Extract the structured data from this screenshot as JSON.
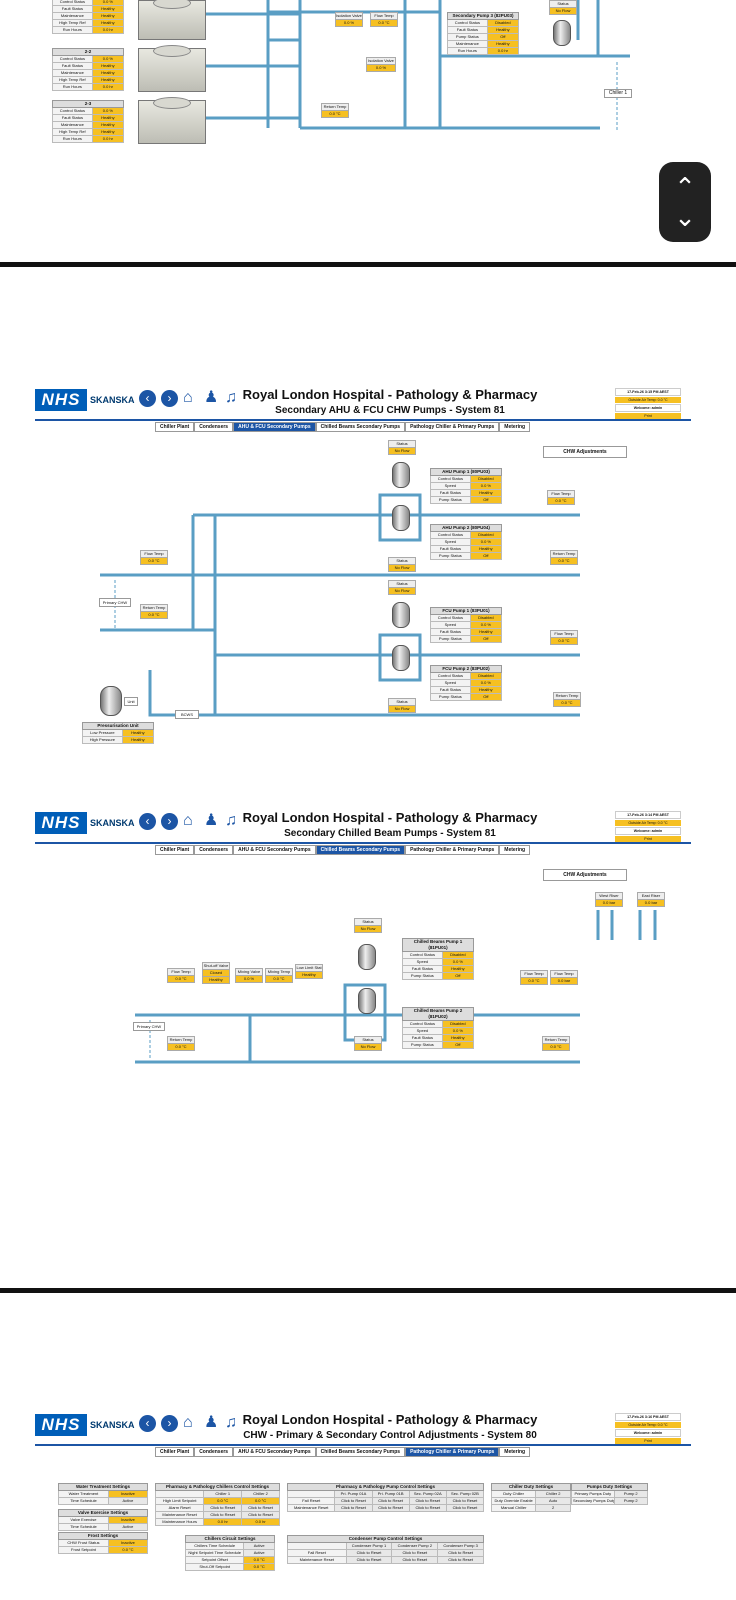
{
  "top_partial": {
    "chiller_tables": [
      {
        "title": "",
        "rows": [
          [
            "Control Status",
            "0.0 %"
          ],
          [
            "Fault Status",
            "Healthy"
          ],
          [
            "Maintenance",
            "Healthy"
          ],
          [
            "High Temp Ref",
            "Healthy"
          ],
          [
            "Run Hours",
            "0.0 hr"
          ]
        ]
      },
      {
        "title": "2-2",
        "rows": [
          [
            "Control Status",
            "0.0 %"
          ],
          [
            "Fault Status",
            "Healthy"
          ],
          [
            "Maintenance",
            "Healthy"
          ],
          [
            "High Temp Ref",
            "Healthy"
          ],
          [
            "Run Hours",
            "0.0 hr"
          ]
        ]
      },
      {
        "title": "2-3",
        "rows": [
          [
            "Control Status",
            "0.0 %"
          ],
          [
            "Fault Status",
            "Healthy"
          ],
          [
            "Maintenance",
            "Healthy"
          ],
          [
            "High Temp Ref",
            "Healthy"
          ],
          [
            "Run Hours",
            "0.0 hr"
          ]
        ]
      }
    ],
    "isolation_valve_1": {
      "name": "Isolation Valve",
      "value": "0.0 %"
    },
    "flow_temp": {
      "name": "Flow Temp",
      "value": "0.0 °C"
    },
    "isolation_valve_2": {
      "name": "Isolation Valve",
      "value": "0.0 %"
    },
    "return_temp": {
      "name": "Return Temp",
      "value": "0.0 °C"
    },
    "secondary_pump3": {
      "title": "Secondary Pump 3 (82PU03)",
      "rows": [
        [
          "Control Status",
          "Disabled"
        ],
        [
          "Fault Status",
          "Healthy"
        ],
        [
          "Pump Status",
          "Off"
        ],
        [
          "Maintenance",
          "Healthy"
        ],
        [
          "Run Hours",
          "0.0 hr"
        ]
      ]
    },
    "status": {
      "name": "Status",
      "value": "No Flow"
    },
    "chiller1_label": "Chiller 1"
  },
  "scroll": {
    "up": "⌃",
    "down": "⌄"
  },
  "header": {
    "logo": "NHS",
    "brand": "SKANSKA",
    "title": "Royal London Hospital - Pathology & Pharmacy",
    "welcome": "Welcome: admin",
    "print": "Print"
  },
  "tabs": [
    "Chiller Plant",
    "Condensers",
    "AHU & FCU Secondary Pumps",
    "Chilled Beams Secondary Pumps",
    "Pathology Chiller & Primary Pumps",
    "Metering"
  ],
  "panel1": {
    "subtitle": "Secondary AHU & FCU CHW Pumps - System 81",
    "datetime": "17-Feb-26 3:15 PM AEST",
    "outside": "Outside Air Temp: 0.0 °C",
    "chw_adjust": "CHW Adjustments",
    "pumps": [
      {
        "title": "AHU Pump 1 (80PU03)",
        "rows": [
          [
            "Control Status",
            "Disabled"
          ],
          [
            "Speed",
            "0.0 %"
          ],
          [
            "Fault Status",
            "Healthy"
          ],
          [
            "Pump Status",
            "Off"
          ]
        ]
      },
      {
        "title": "AHU Pump 2 (80PU04)",
        "rows": [
          [
            "Control Status",
            "Disabled"
          ],
          [
            "Speed",
            "0.0 %"
          ],
          [
            "Fault Status",
            "Healthy"
          ],
          [
            "Pump Status",
            "Off"
          ]
        ]
      },
      {
        "title": "FCU Pump 1 (83PU01)",
        "rows": [
          [
            "Control Status",
            "Disabled"
          ],
          [
            "Speed",
            "0.0 %"
          ],
          [
            "Fault Status",
            "Healthy"
          ],
          [
            "Pump Status",
            "Off"
          ]
        ]
      },
      {
        "title": "FCU Pump 2 (83PU02)",
        "rows": [
          [
            "Control Status",
            "Disabled"
          ],
          [
            "Speed",
            "0.0 %"
          ],
          [
            "Fault Status",
            "Healthy"
          ],
          [
            "Pump Status",
            "Off"
          ]
        ]
      }
    ],
    "status": "Status",
    "no_flow": "No Flow",
    "flow_temp": "Flow Temp",
    "return_temp": "Return Temp",
    "temp_val": "0.0 °C",
    "primary_chw": "Primary CHW",
    "bcws": "BCWS",
    "unit": "Unit",
    "pressurisation": {
      "title": "Pressurisation Unit",
      "rows": [
        [
          "Low Pressure",
          "Healthy"
        ],
        [
          "High Pressure",
          "Healthy"
        ]
      ]
    }
  },
  "panel2": {
    "subtitle": "Secondary Chilled Beam Pumps - System 81",
    "datetime": "17-Feb-26 3:14 PM AEST",
    "outside": "Outside Air Temp: 0.0 °C",
    "chw_adjust": "CHW Adjustments",
    "pumps": [
      {
        "title": "Chilled Beams Pump 1 (81PU01)",
        "rows": [
          [
            "Control Status",
            "Disabled"
          ],
          [
            "Speed",
            "0.0 %"
          ],
          [
            "Fault Status",
            "Healthy"
          ],
          [
            "Pump Status",
            "Off"
          ]
        ]
      },
      {
        "title": "Chilled Beams Pump 2 (81PU02)",
        "rows": [
          [
            "Control Status",
            "Disabled"
          ],
          [
            "Speed",
            "0.0 %"
          ],
          [
            "Fault Status",
            "Healthy"
          ],
          [
            "Pump Status",
            "Off"
          ]
        ]
      }
    ],
    "flow_temp": {
      "name": "Flow Temp",
      "value": "0.0 °C"
    },
    "shutoff": {
      "name": "Shut-off Valve",
      "value": "Closed",
      "value2": "Healthy"
    },
    "mixing_valve": {
      "name": "Mixing Valve",
      "value": "0.0 %"
    },
    "mixing_temp": {
      "name": "Mixing Temp",
      "value": "0.0 °C"
    },
    "low_limit": {
      "name": "Low Limit Stat",
      "value": "Healthy"
    },
    "flow_temp_r": {
      "name": "Flow Temp",
      "value": "0.0 °C"
    },
    "flow_temp_r2": {
      "name": "Flow Temp",
      "value": "0.0 bar"
    },
    "west_riser": {
      "name": "West Riser",
      "value": "0.0 bar"
    },
    "east_riser": {
      "name": "East Riser",
      "value": "0.0 bar"
    },
    "status": "Status",
    "no_flow": "No Flow",
    "return_temp": {
      "name": "Return Temp",
      "value": "0.0 °C"
    },
    "primary_chw": "Primary CHW"
  },
  "panel3": {
    "subtitle": "CHW - Primary & Secondary Control Adjustments - System 80",
    "datetime": "17-Feb-26 3:16 PM AEST",
    "outside": "Outside Air Temp: 0.0 °C",
    "water_treatment": {
      "title": "Water Treatment Settings",
      "rows": [
        [
          "Water Treatment",
          "Inactive"
        ],
        [
          "Time Schedule",
          "Active"
        ]
      ]
    },
    "valve_exercise": {
      "title": "Valve Exercise Settings",
      "rows": [
        [
          "Valve Exercise",
          "Inactive"
        ],
        [
          "Time Schedule",
          "Active"
        ]
      ]
    },
    "frost": {
      "title": "Frost Settings",
      "rows": [
        [
          "CHW Frost Status",
          "Inactive"
        ],
        [
          "Frost Setpoint",
          "0.0 °C"
        ]
      ]
    },
    "chillers_control": {
      "title": "Pharmacy & Pathology Chillers Control Settings",
      "cols": [
        "",
        "Chiller 1",
        "Chiller 2"
      ],
      "rows": [
        [
          "High Limit Setpoint",
          "0.0 °C",
          "0.0 °C"
        ],
        [
          "Alarm Reset",
          "Click to Reset",
          "Click to Reset"
        ],
        [
          "Maintenance Reset",
          "Click to Reset",
          "Click to Reset"
        ],
        [
          "Maintenance Hours",
          "0.0 hr",
          "0.0 hr"
        ]
      ]
    },
    "pump_control": {
      "title": "Pharmacy & Pathology Pump Control Settings",
      "cols": [
        "",
        "Pri. Pump 01A",
        "Pri. Pump 01B",
        "Sec. Pump 02A",
        "Sec. Pump 02B"
      ],
      "rows": [
        [
          "Fail Reset",
          "Click to Reset",
          "Click to Reset",
          "Click to Reset",
          "Click to Reset"
        ],
        [
          "Maintenance Reset",
          "Click to Reset",
          "Click to Reset",
          "Click to Reset",
          "Click to Reset"
        ]
      ]
    },
    "chiller_duty": {
      "title": "Chiller Duty Settings",
      "rows": [
        [
          "Duty Chiller",
          "Chiller 2"
        ],
        [
          "Duty Override Enable",
          "Auto"
        ],
        [
          "Manual Chiller",
          "2"
        ]
      ]
    },
    "pumps_duty": {
      "title": "Pumps Duty Settings",
      "rows": [
        [
          "Primary Pumps Duty",
          "Pump 2"
        ],
        [
          "Secondary Pumps Duty",
          "Pump 2"
        ]
      ]
    },
    "circuit": {
      "title": "Chillers Circuit Settings",
      "rows": [
        [
          "Chillers Time Schedule",
          "Active"
        ],
        [
          "Night Setpoint Time Schedule",
          "Active"
        ],
        [
          "Setpoint Offset",
          "0.0 °C"
        ],
        [
          "Shut-Off Setpoint",
          "0.0 °C"
        ]
      ]
    },
    "condenser": {
      "title": "Condenser Pump Control Settings",
      "cols": [
        "",
        "Condenser Pump 1",
        "Condenser Pump 2",
        "Condenser Pump 3"
      ],
      "rows": [
        [
          "Fail Reset",
          "Click to Reset",
          "Click to Reset",
          "Click to Reset"
        ],
        [
          "Maintenance Reset",
          "Click to Reset",
          "Click to Reset",
          "Click to Reset"
        ]
      ]
    }
  }
}
